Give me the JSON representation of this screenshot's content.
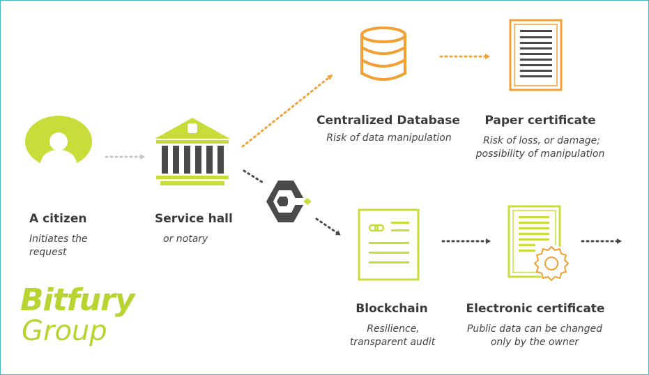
{
  "colors": {
    "green": "#c9dd3a",
    "orange": "#f2a033",
    "dark": "#4a4a4a",
    "gray_arrow": "#c8c8c8",
    "frame": "#47b8c8"
  },
  "citizen": {
    "title": "A citizen",
    "subtitle_line1": "Initiates the",
    "subtitle_line2": "request",
    "icon": "person-icon"
  },
  "service_hall": {
    "title": "Service hall",
    "subtitle": "or notary",
    "icon": "building-icon"
  },
  "centralized_db": {
    "title": "Centralized Database",
    "subtitle": "Risk of data manipulation",
    "icon": "database-icon"
  },
  "paper_certificate": {
    "title": "Paper certificate",
    "subtitle_line1": "Risk of loss, or damage;",
    "subtitle_line2": "possibility of manipulation",
    "icon": "document-icon"
  },
  "blockchain": {
    "title": "Blockchain",
    "subtitle_line1": "Resilience,",
    "subtitle_line2": "transparent audit",
    "icon": "chain-document-icon"
  },
  "electronic_certificate": {
    "title": "Electronic certificate",
    "subtitle_line1": "Public data can be changed",
    "subtitle_line2": "only by the owner",
    "icon": "certificate-gear-icon"
  },
  "logo": {
    "line1": "Bitfury",
    "line2": "Group"
  }
}
